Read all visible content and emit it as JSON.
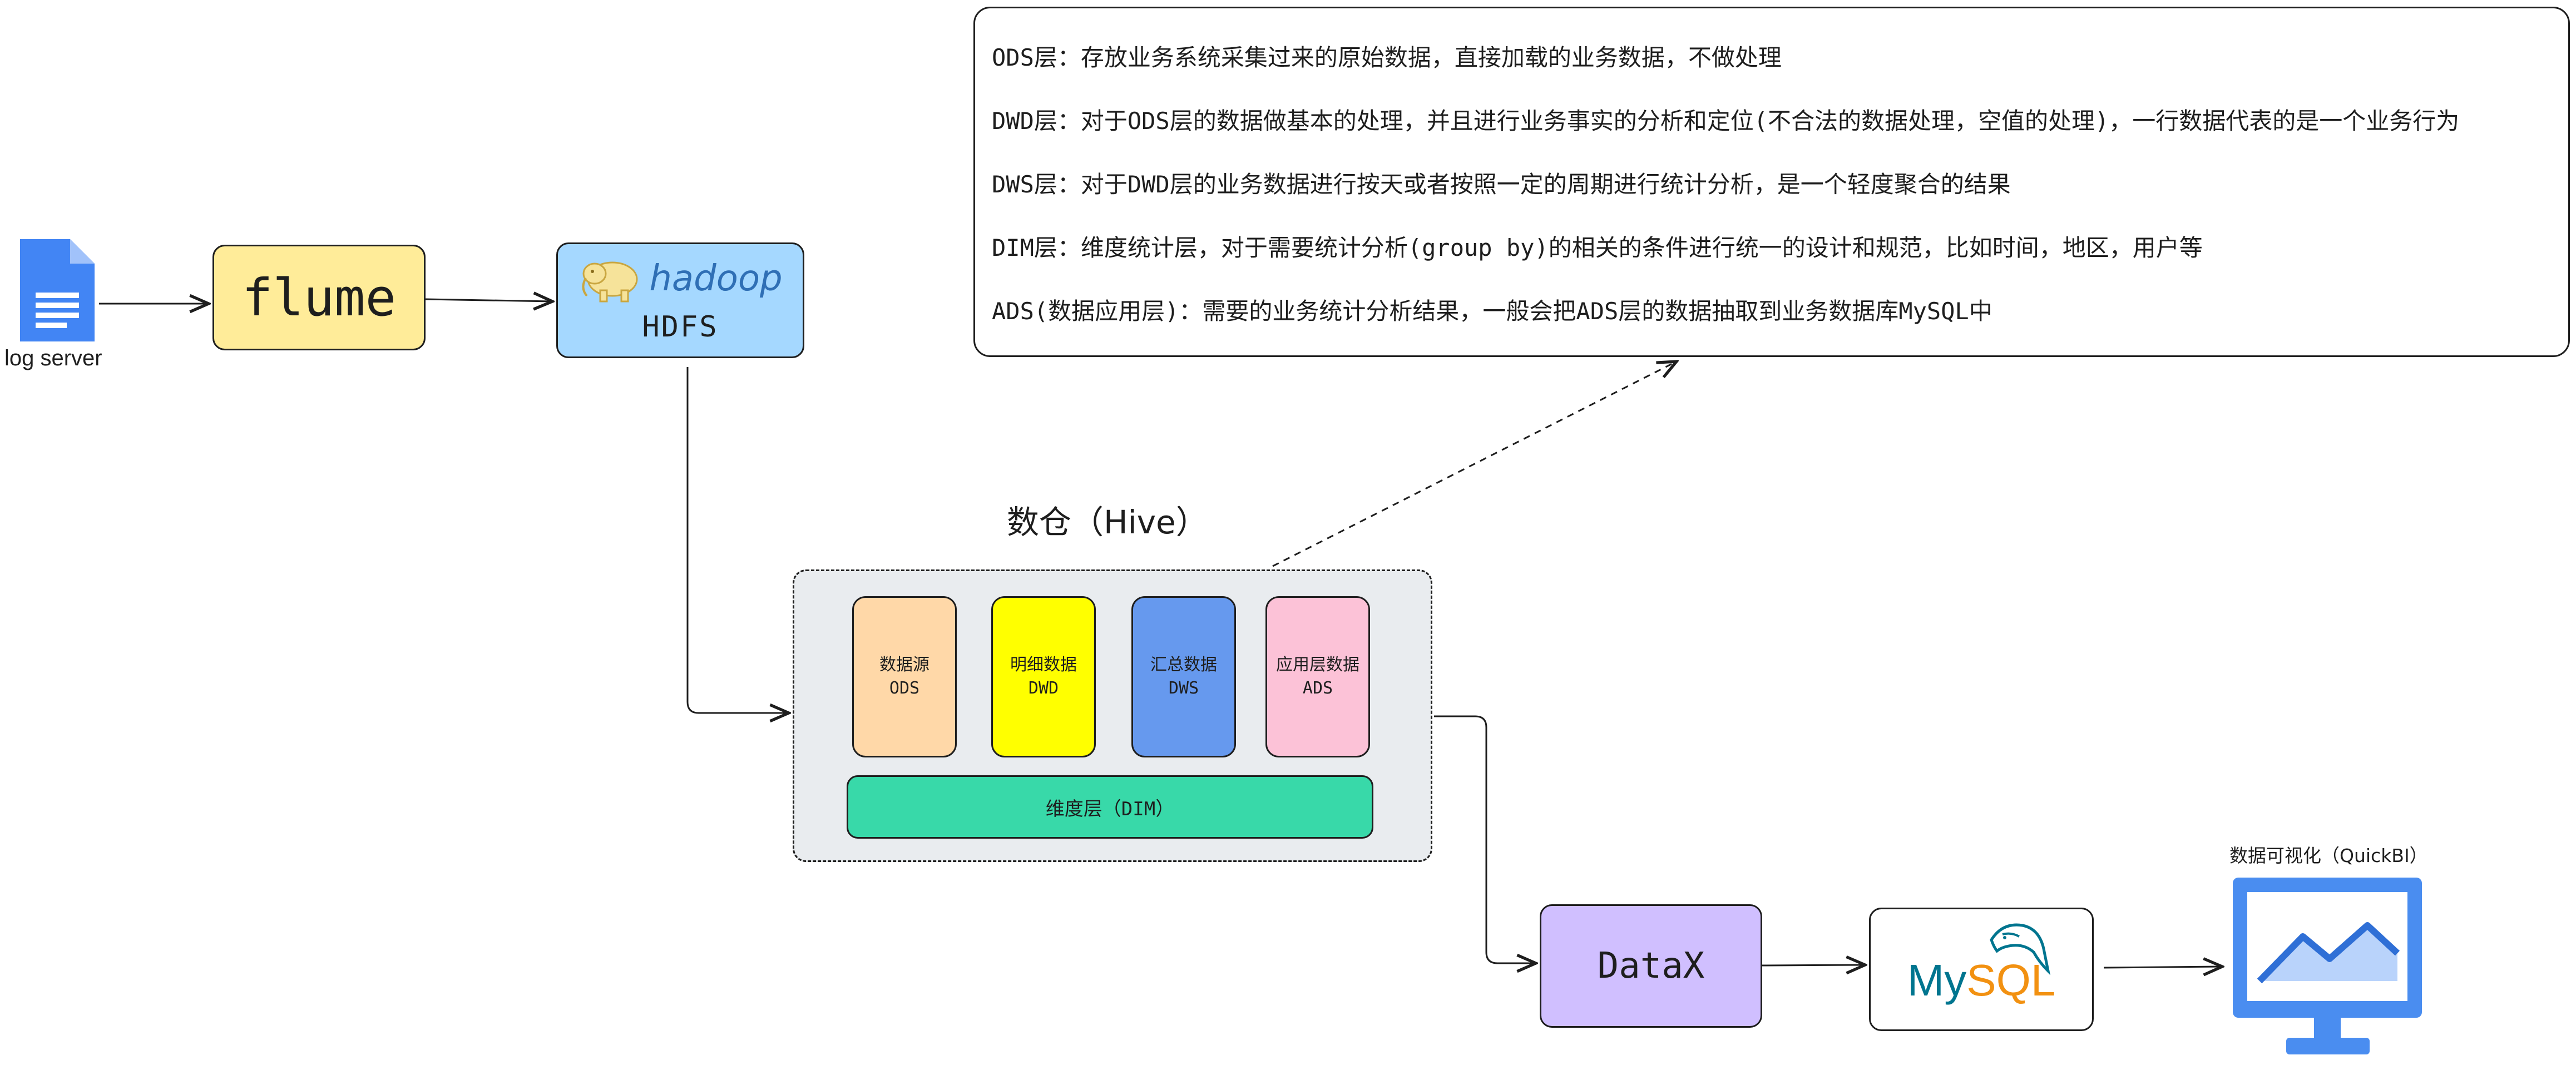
{
  "log_server": {
    "label": "log server",
    "icon": "document-icon"
  },
  "flume": {
    "label": "flume"
  },
  "hdfs": {
    "logo_text": "hadoop",
    "label": "HDFS",
    "icon": "hadoop-elephant-icon"
  },
  "layer_notes": [
    "ODS层：存放业务系统采集过来的原始数据，直接加载的业务数据，不做处理",
    "DWD层：对于ODS层的数据做基本的处理，并且进行业务事实的分析和定位(不合法的数据处理，空值的处理)，一行数据代表的是一个业务行为",
    "DWS层：对于DWD层的业务数据进行按天或者按照一定的周期进行统计分析，是一个轻度聚合的结果",
    "DIM层：维度统计层，对于需要统计分析(group by)的相关的条件进行统一的设计和规范，比如时间，地区，用户等",
    "ADS(数据应用层)：需要的业务统计分析结果，一般会把ADS层的数据抽取到业务数据库MySQL中"
  ],
  "warehouse": {
    "title": "数仓（Hive）",
    "layers": [
      {
        "name": "数据源",
        "code": "ODS",
        "color": "#ffd8a8"
      },
      {
        "name": "明细数据",
        "code": "DWD",
        "color": "#ffff00"
      },
      {
        "name": "汇总数据",
        "code": "DWS",
        "color": "#6699ee"
      },
      {
        "name": "应用层数据",
        "code": "ADS",
        "color": "#fcc2d7"
      }
    ],
    "dimension": "维度层（DIM）"
  },
  "datax": {
    "label": "DataX"
  },
  "mysql": {
    "logo_my": "My",
    "logo_sql": "SQL",
    "icon": "mysql-dolphin-icon"
  },
  "visualization": {
    "label": "数据可视化（QuickBI）",
    "icon": "monitor-chart-icon"
  },
  "colors": {
    "stroke": "#1e1e1e",
    "flume": "#ffec99",
    "hdfs": "#a5d8ff",
    "warehouse": "#e9ecef",
    "dim": "#38d9a9",
    "datax": "#d0bfff",
    "monitor": "#4a8df0"
  }
}
